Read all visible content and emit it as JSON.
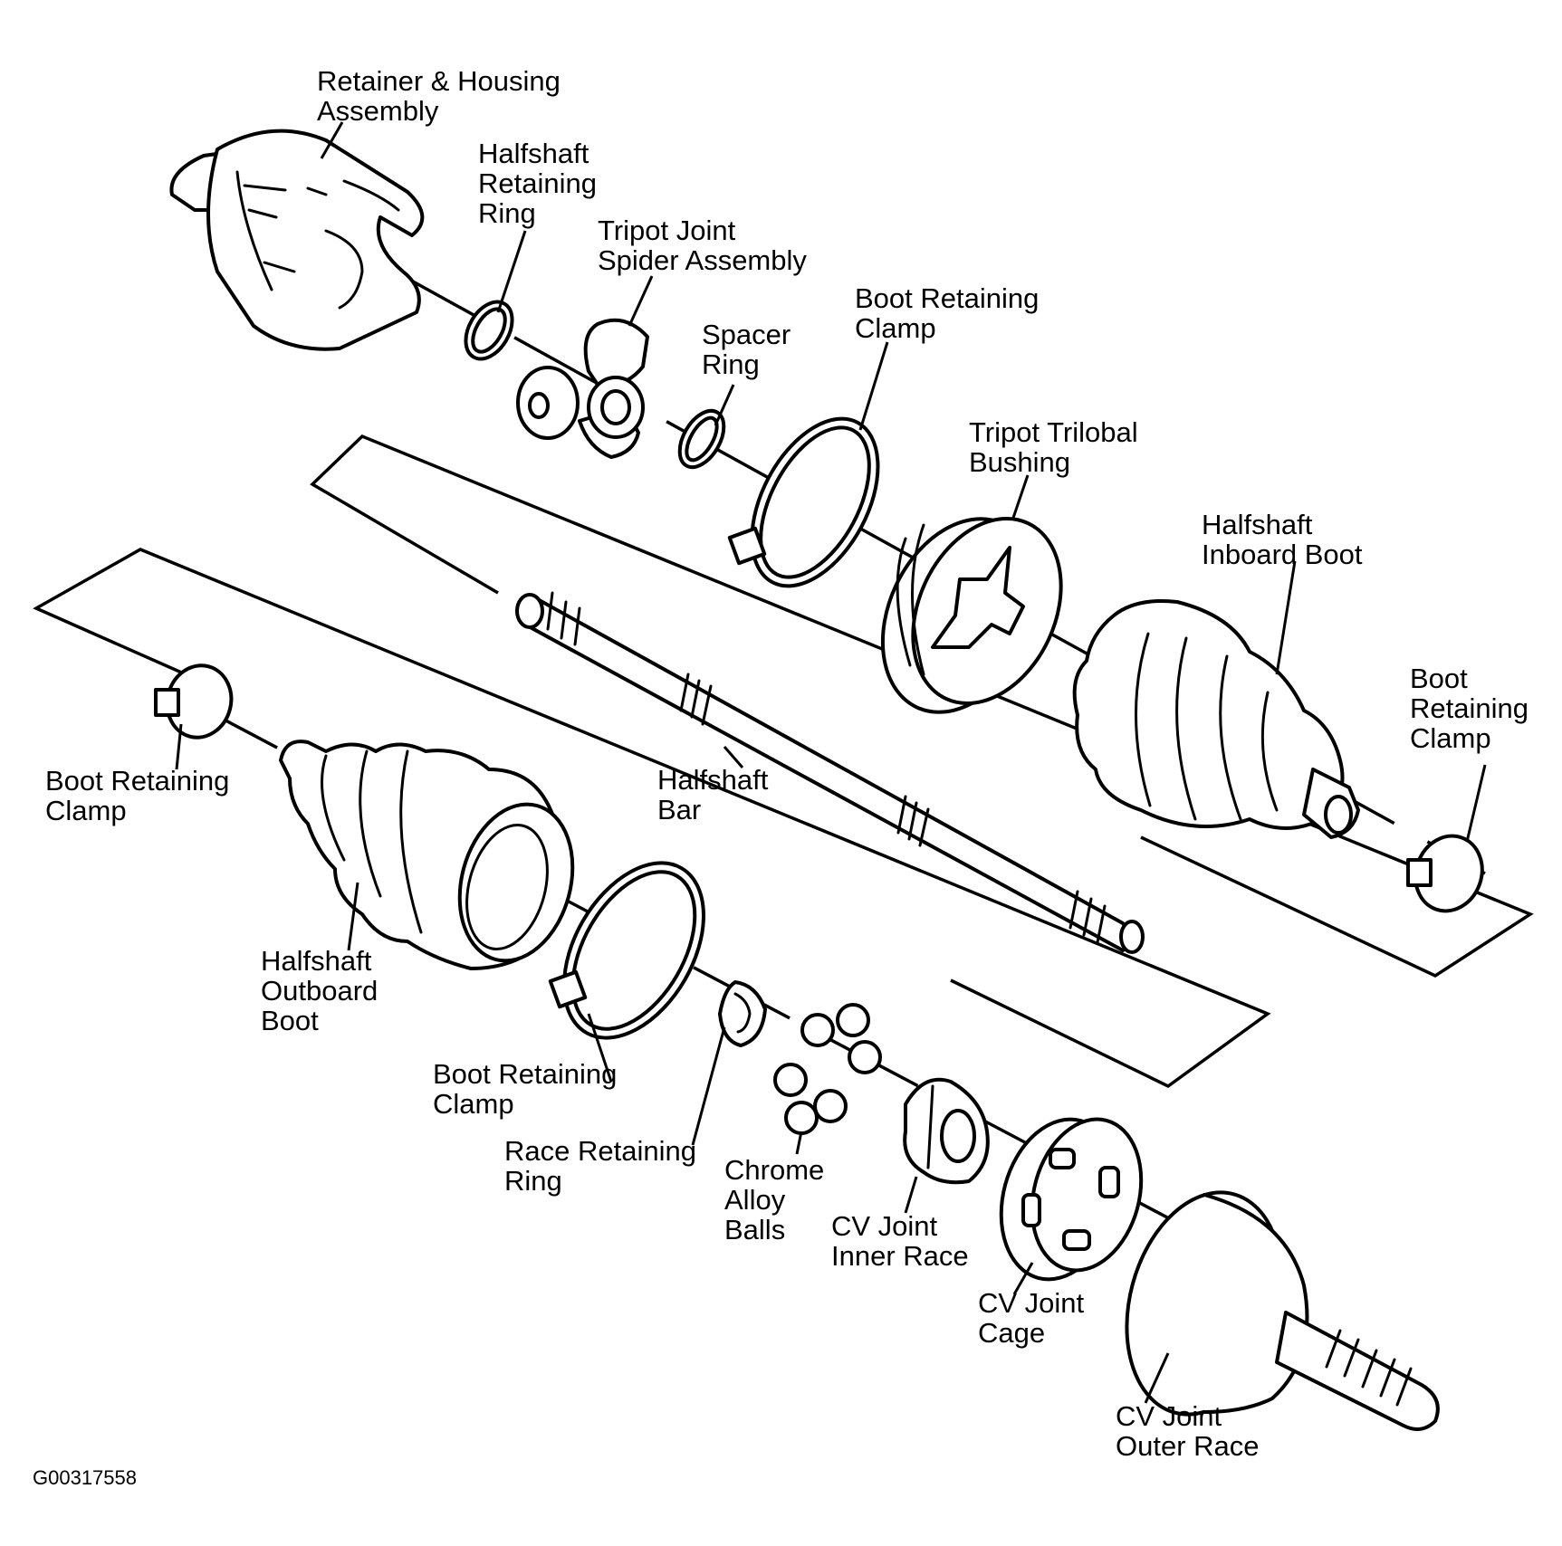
{
  "labels": {
    "retainer_housing": [
      "Retainer & Housing",
      "Assembly"
    ],
    "halfshaft_retaining_ring": [
      "Halfshaft",
      "Retaining",
      "Ring"
    ],
    "tripot_spider": [
      "Tripot Joint",
      "Spider Assembly"
    ],
    "spacer_ring": [
      "Spacer",
      "Ring"
    ],
    "boot_clamp_upper": [
      "Boot Retaining",
      "Clamp"
    ],
    "tripot_bushing": [
      "Tripot Trilobal",
      "Bushing"
    ],
    "inboard_boot": [
      "Halfshaft",
      "Inboard Boot"
    ],
    "boot_clamp_right": [
      "Boot",
      "Retaining",
      "Clamp"
    ],
    "halfshaft_bar": [
      "Halfshaft",
      "Bar"
    ],
    "boot_clamp_left": [
      "Boot Retaining",
      "Clamp"
    ],
    "outboard_boot": [
      "Halfshaft",
      "Outboard",
      "Boot"
    ],
    "boot_clamp_lower": [
      "Boot Retaining",
      "Clamp"
    ],
    "race_retaining_ring": [
      "Race Retaining",
      "Ring"
    ],
    "chrome_balls": [
      "Chrome",
      "Alloy",
      "Balls"
    ],
    "cv_inner_race": [
      "CV Joint",
      "Inner Race"
    ],
    "cv_cage": [
      "CV Joint",
      "Cage"
    ],
    "cv_outer_race": [
      "CV Joint",
      "Outer Race"
    ]
  },
  "figure_code": "G00317558"
}
